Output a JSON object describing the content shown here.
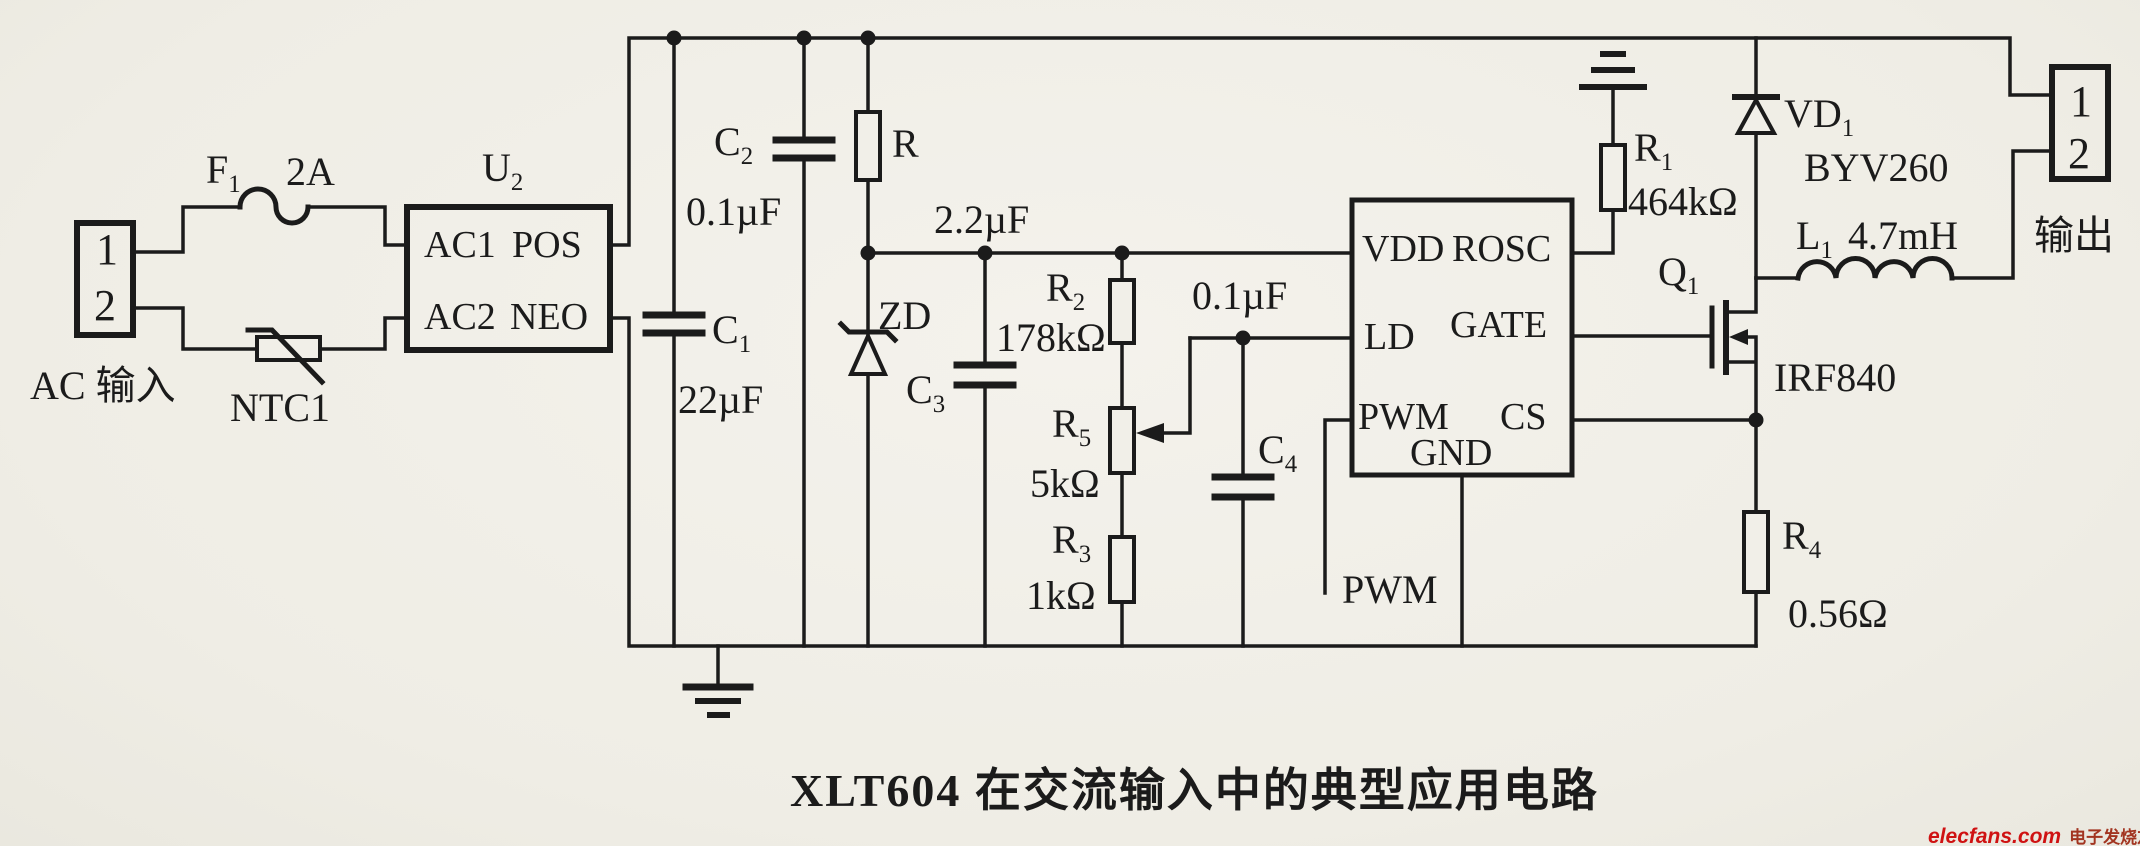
{
  "title": "XLT604 在交流输入中的典型应用电路",
  "watermark": {
    "brand": "elecfans.com",
    "cn": "电子发烧友"
  },
  "colors": {
    "ink": "#1b1b1b",
    "paper": "#f1efe8",
    "logo_red": "#cf1212"
  },
  "input_connector": {
    "pin1": "1",
    "pin2": "2",
    "label": "AC 输入"
  },
  "output_connector": {
    "pin1": "1",
    "pin2": "2",
    "label": "输出"
  },
  "components": {
    "f1": {
      "ref": "F",
      "sub": "1",
      "value": "2A"
    },
    "ntc1": {
      "ref": "NTC1"
    },
    "u2": {
      "ref": "U",
      "sub": "2",
      "pin_ac1": "AC1",
      "pin_pos": "POS",
      "pin_ac2": "AC2",
      "pin_neo": "NEO"
    },
    "c1": {
      "ref": "C",
      "sub": "1",
      "value": "22µF"
    },
    "c2": {
      "ref": "C",
      "sub": "2",
      "value": "0.1µF"
    },
    "r": {
      "ref": "R"
    },
    "zd": {
      "ref": "ZD"
    },
    "c3": {
      "ref": "C",
      "sub": "3",
      "value": "2.2µF"
    },
    "r2": {
      "ref": "R",
      "sub": "2",
      "value": "178kΩ"
    },
    "r5": {
      "ref": "R",
      "sub": "5",
      "value": "5kΩ"
    },
    "r3": {
      "ref": "R",
      "sub": "3",
      "value": "1kΩ"
    },
    "c4": {
      "ref": "C",
      "sub": "4",
      "value": "0.1µF"
    },
    "pwm_input": {
      "label": "PWM"
    },
    "r1": {
      "ref": "R",
      "sub": "1",
      "value": "464kΩ"
    },
    "vd1": {
      "ref": "VD",
      "sub": "1",
      "value": "BYV260"
    },
    "l1": {
      "ref": "L",
      "sub": "1",
      "value": "4.7mH"
    },
    "q1": {
      "ref": "Q",
      "sub": "1",
      "value": "IRF840"
    },
    "r4": {
      "ref": "R",
      "sub": "4",
      "value": "0.56Ω"
    }
  },
  "ic": {
    "pins": {
      "vdd": "VDD",
      "rosc": "ROSC",
      "ld": "LD",
      "gate": "GATE",
      "pwm": "PWM",
      "cs": "CS",
      "gnd": "GND"
    }
  }
}
